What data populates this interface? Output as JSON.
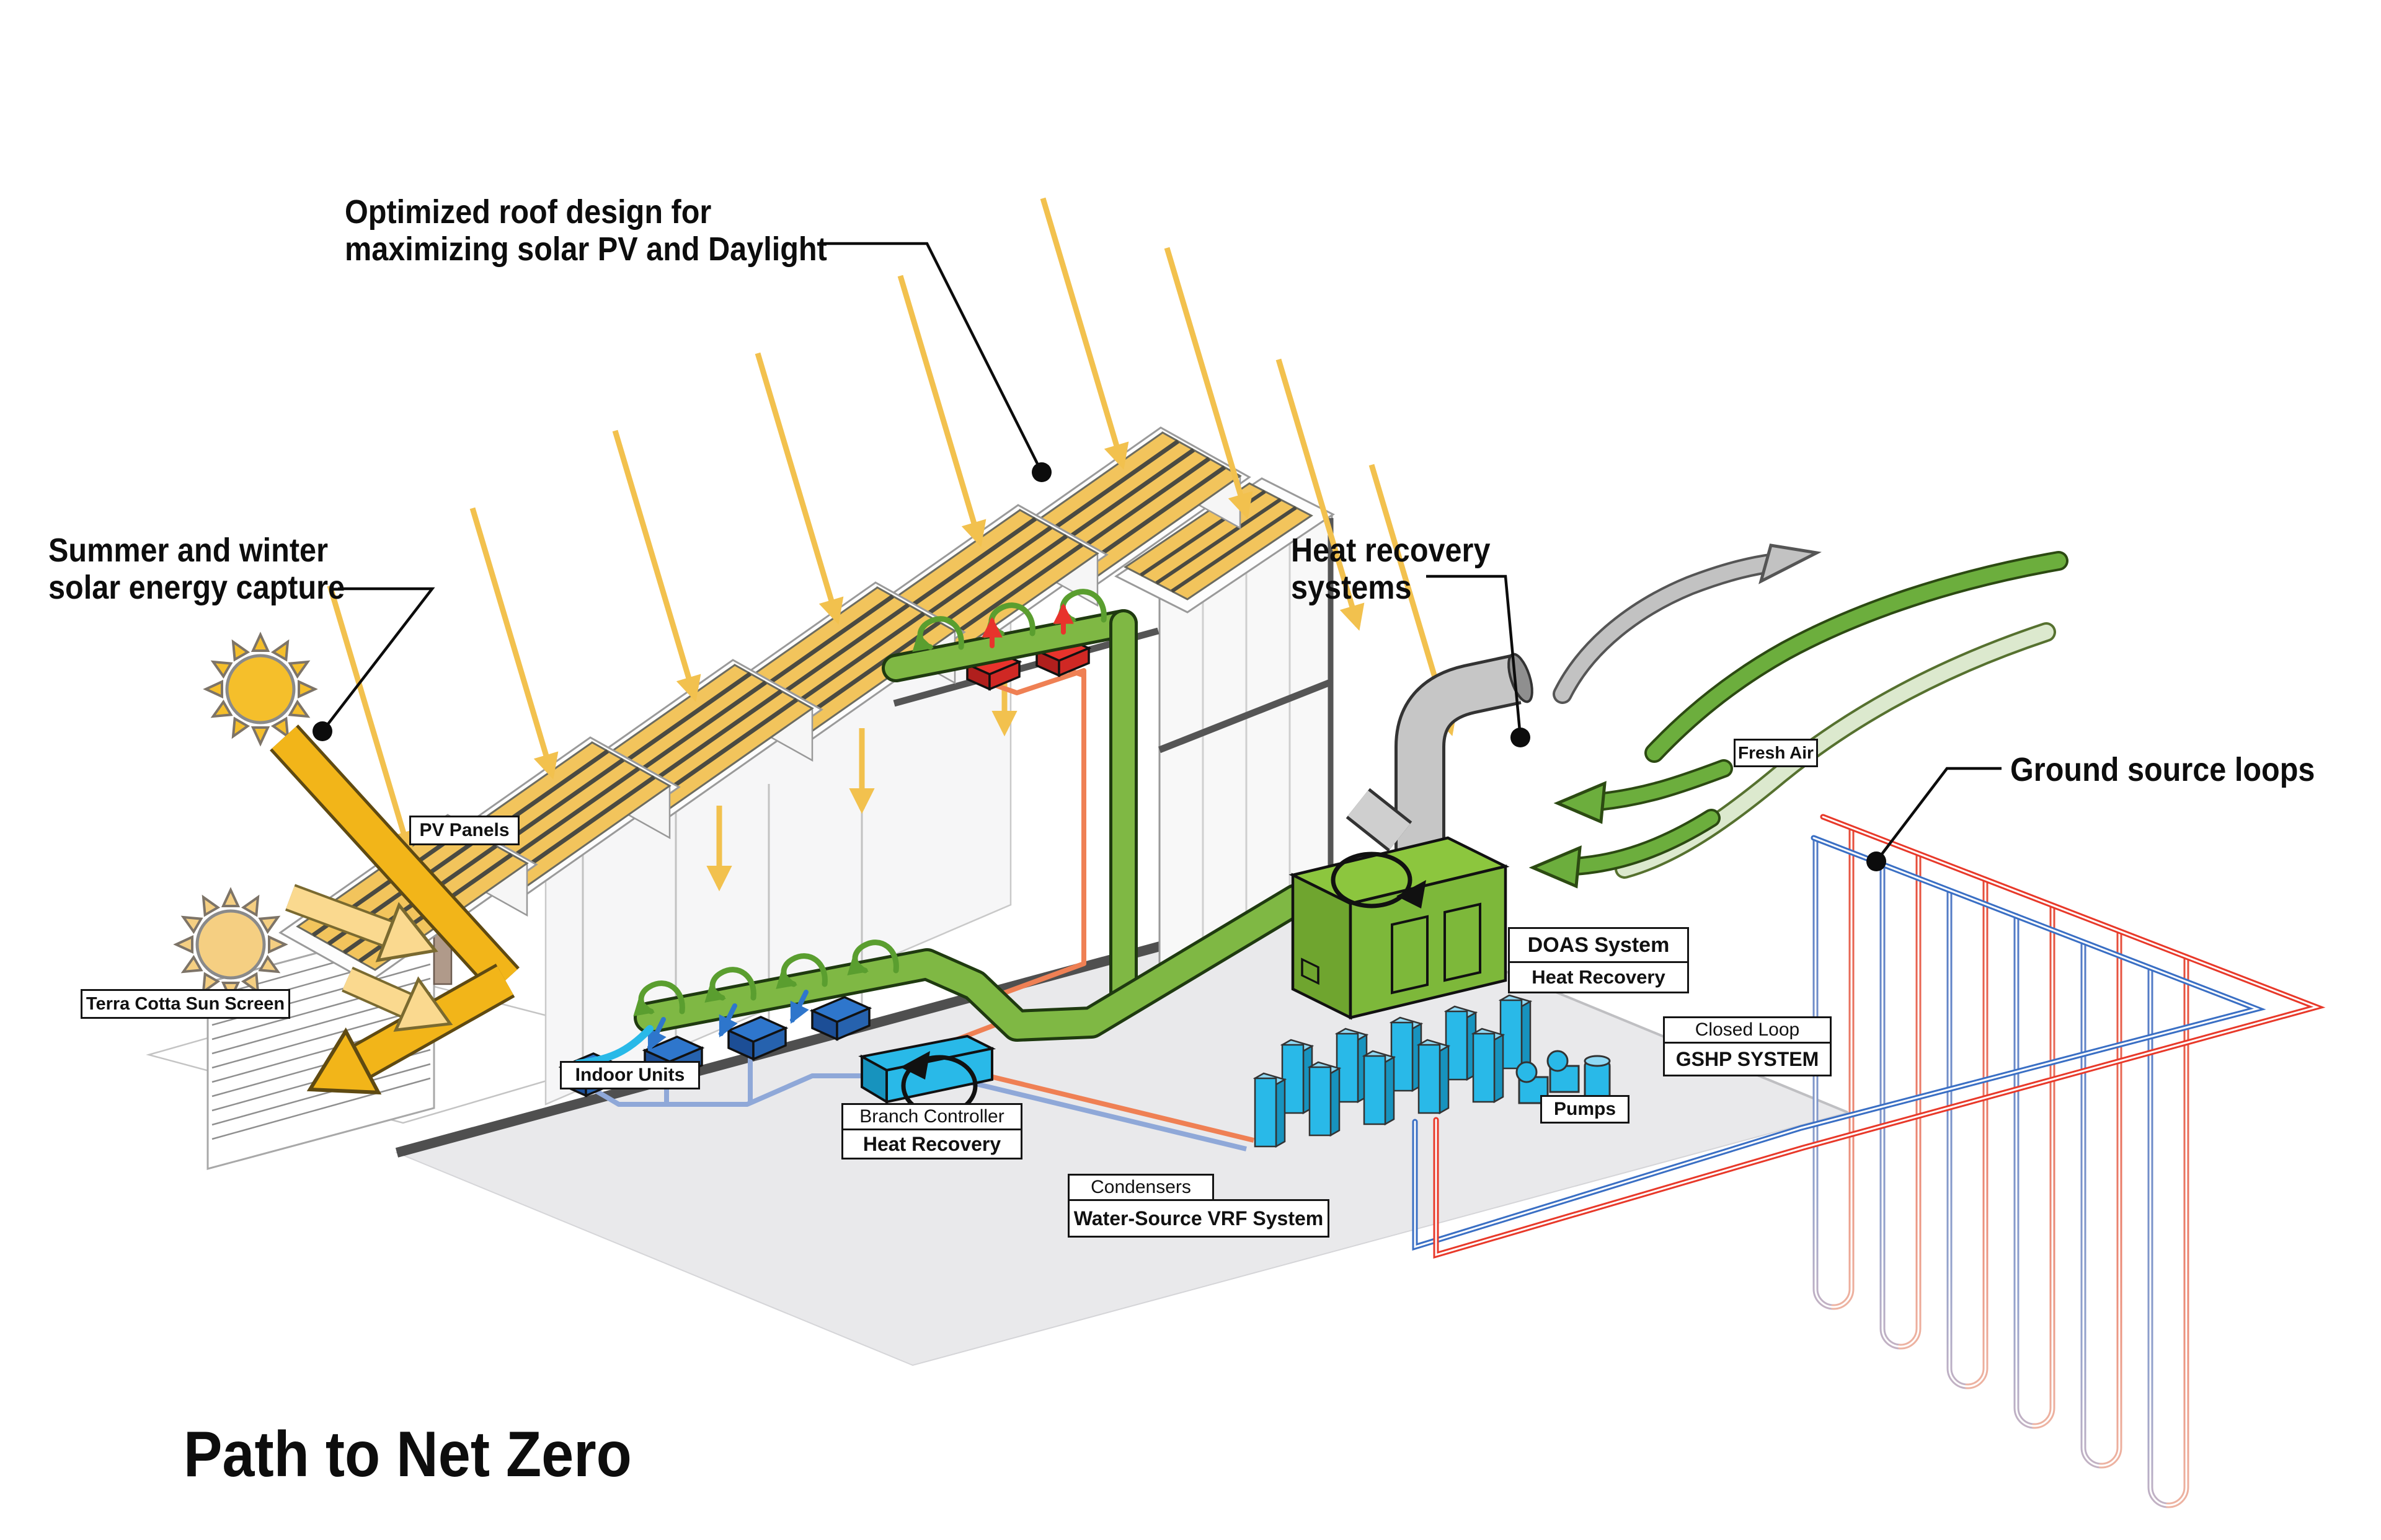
{
  "title": "Path to Net Zero",
  "annotations": {
    "roof": {
      "lines": [
        "Optimized roof design for",
        "maximizing solar PV and Daylight"
      ]
    },
    "solar": {
      "lines": [
        "Summer and winter",
        "solar energy capture"
      ]
    },
    "heat": {
      "lines": [
        "Heat recovery",
        "systems"
      ]
    },
    "ground": {
      "lines": [
        "Ground source loops"
      ]
    }
  },
  "labels": {
    "pv_panels": "PV Panels",
    "terra_cotta": "Terra Cotta Sun Screen",
    "indoor_units": "Indoor Units",
    "branch_controller": "Branch Controller",
    "branch_controller_sub": "Heat Recovery",
    "condensers": "Condensers",
    "condensers_sub": "Water-Source VRF System",
    "doas": "DOAS System",
    "doas_sub": "Heat Recovery",
    "fresh_air": "Fresh Air",
    "closed_loop": "Closed Loop",
    "closed_loop_sub": "GSHP SYSTEM",
    "pumps": "Pumps"
  },
  "colors": {
    "pv_gold": "#F2C45C",
    "sun_ray": "#F2C14E",
    "summer_arrow": "#F2B519",
    "winter_arrow": "#FAD98F",
    "duct_green": "#7FB844",
    "doas_green": "#8CC63E",
    "fresh_air_green": "#6CAE3D",
    "fresh_air_light": "#DCE9CE",
    "exhaust_gray": "#C2C2C2",
    "vrf_cyan": "#29B9E8",
    "indoor_blue": "#2E76CC",
    "indoor_red": "#E8332C",
    "pipe_orange": "#EF8054",
    "pipe_blue": "#8FA8D8",
    "loop_red": "#E64B38",
    "loop_blue": "#4F79C6",
    "slab_gray": "#E9E9EB"
  }
}
